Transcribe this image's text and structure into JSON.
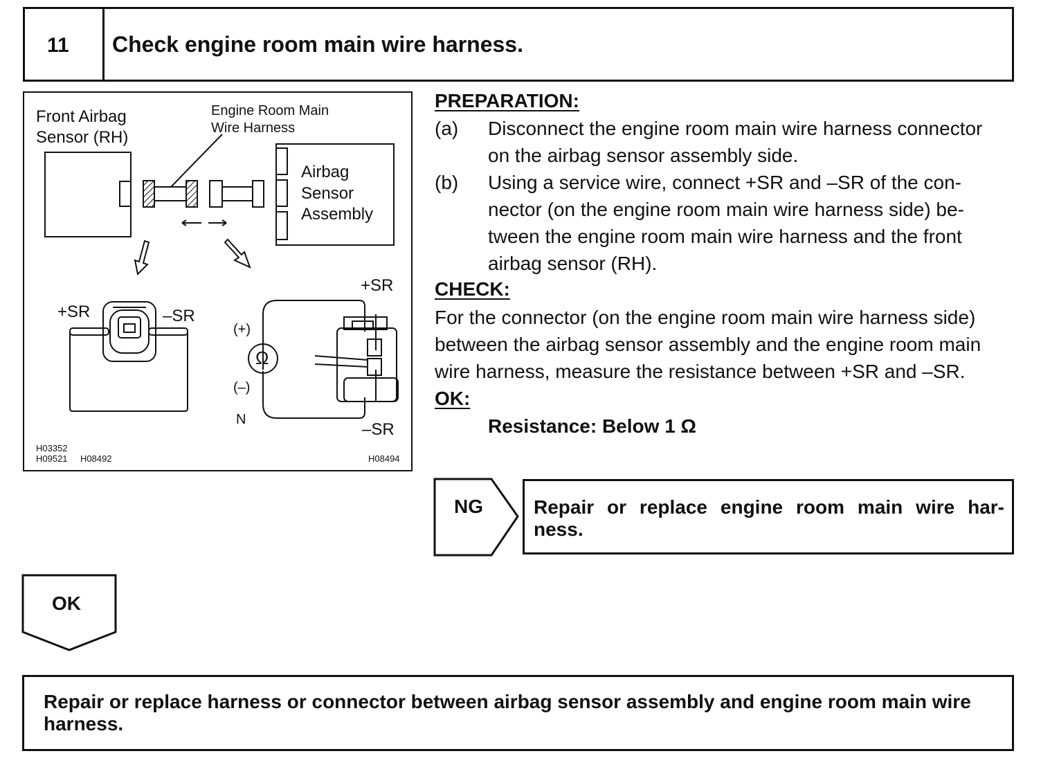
{
  "step": {
    "number": "11",
    "title": "Check engine room main wire harness."
  },
  "figure": {
    "front_sensor_label": [
      "Front Airbag",
      "Sensor (RH)"
    ],
    "harness_label": [
      "Engine Room Main",
      "Wire Harness"
    ],
    "assembly_label": [
      "Airbag",
      "Sensor",
      "Assembly"
    ],
    "plus_sr": "+SR",
    "minus_sr": "–SR",
    "plus_sign": "(+)",
    "minus_sign": "(–)",
    "ohm_symbol": "Ω",
    "n_label": "N",
    "codes": [
      "H03352",
      "H09521",
      "H08492",
      "H08494"
    ]
  },
  "preparation": {
    "heading": "PREPARATION:",
    "a_label": "(a)",
    "a_lines": [
      "Disconnect the engine room main wire harness connector",
      "on the airbag sensor assembly side."
    ],
    "b_label": "(b)",
    "b_lines": [
      "Using a service wire, connect +SR and –SR of the con-",
      "nector (on the engine room main wire harness side) be-",
      "tween the engine room main wire harness and the front",
      "airbag sensor (RH)."
    ]
  },
  "check": {
    "heading": "CHECK:",
    "lines": [
      "For the connector (on the engine room main wire harness side)",
      "between the airbag sensor assembly and the engine room main",
      "wire harness, measure the resistance between +SR and –SR."
    ]
  },
  "ok_spec": {
    "heading": "OK:",
    "value": "Resistance: Below 1 Ω"
  },
  "ng": {
    "label": "NG",
    "result": "Repair or replace engine room main wire har- ness."
  },
  "ok_branch": {
    "label": "OK"
  },
  "final": {
    "text": "Repair or replace harness or connector between airbag sensor assembly and engine room main wire harness."
  }
}
